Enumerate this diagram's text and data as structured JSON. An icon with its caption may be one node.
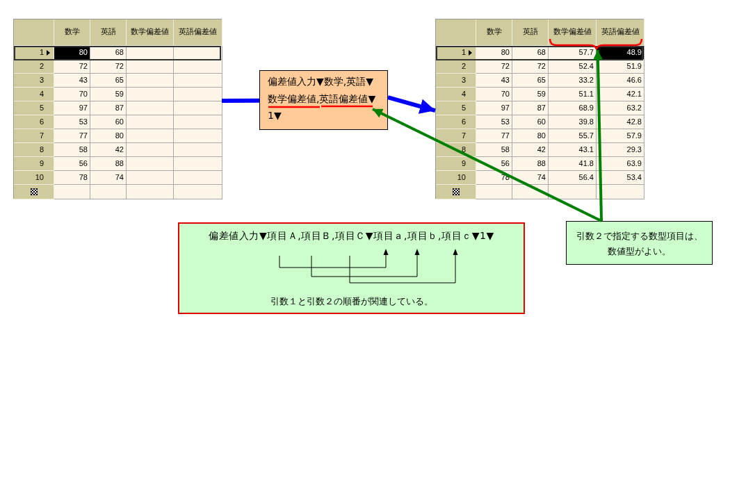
{
  "diagram": {
    "nodes": [
      {
        "text": [
          "数学",
          "英語",
          "数学偏差値",
          "英語偏差値",
          "1",
          "80",
          "68",
          "2",
          "72",
          "72",
          "3",
          "43",
          "65",
          "4",
          "70",
          "59",
          "5",
          "97",
          "87",
          "6",
          "53",
          "60",
          "7",
          "77",
          "80",
          "8",
          "58",
          "42",
          "9",
          "56",
          "88",
          "10",
          "78",
          "74"
        ]
      },
      {
        "text": [
          "偏差値入力▼数学,英語▼",
          "数学偏差値,英語偏差値▼",
          "1▼"
        ]
      },
      {
        "text": [],
        "shape": "underline",
        "in": 1
      },
      {
        "text": [
          "数学",
          "英語",
          "数学偏差値",
          "英語偏差値",
          "1",
          "80",
          "68",
          "57.7",
          "48.9",
          "2",
          "72",
          "72",
          "52.4",
          "51.9",
          "3",
          "43",
          "65",
          "33.2",
          "46.6",
          "4",
          "70",
          "59",
          "51.1",
          "42.1",
          "5",
          "97",
          "87",
          "68.9",
          "63.2",
          "6",
          "53",
          "60",
          "39.8",
          "42.8",
          "7",
          "77",
          "80",
          "55.7",
          "57.9",
          "8",
          "58",
          "42",
          "43.1",
          "29.3",
          "9",
          "56",
          "88",
          "41.8",
          "63.9",
          "10",
          "78",
          "74",
          "56.4",
          "53.4"
        ]
      },
      {
        "text": [],
        "shape": "brace",
        "in": 3
      },
      {
        "text": [
          "偏差値入力▼項目Ａ,項目Ｂ,項目Ｃ▼項目ａ,項目ｂ,項目ｃ▼1▼",
          "引数１と引数２の順番が関連している。"
        ]
      },
      {
        "text": [
          "引数２で指定する数型項目は、数値型がよい。"
        ]
      }
    ],
    "edges": [
      {
        "from": 0,
        "to": 1,
        "arrow": "none",
        "color": "#0000ff"
      },
      {
        "from": 1,
        "to": 3,
        "arrow": "to",
        "color": "#0000ff"
      },
      {
        "from": 6,
        "to": 2,
        "arrow": "to",
        "color": "#008000"
      },
      {
        "from": 6,
        "to": 4,
        "arrow": "to",
        "color": "#008000"
      }
    ]
  }
}
